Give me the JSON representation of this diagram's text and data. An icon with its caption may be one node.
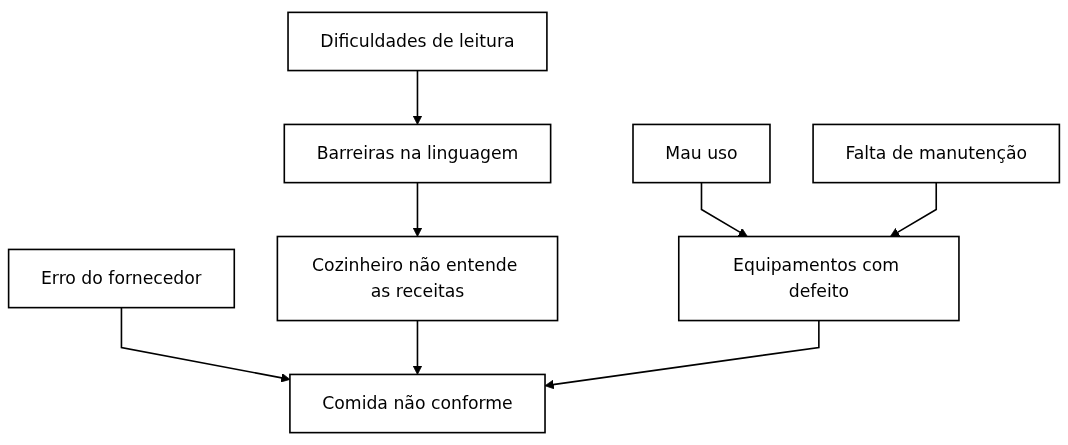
{
  "diagram": {
    "nodes": [
      {
        "text": [
          "Dificuldades de leitura"
        ]
      },
      {
        "text": [
          "Barreiras na linguagem"
        ]
      },
      {
        "text": [
          "Erro do fornecedor"
        ]
      },
      {
        "text": [
          "Mau uso"
        ]
      },
      {
        "text": [
          "Falta de manutenção"
        ]
      },
      {
        "text": [
          "Cozinheiro não entende as receitas"
        ]
      },
      {
        "text": [
          "Comida não conforme"
        ]
      },
      {
        "text": [
          "Equipamentos com defeito"
        ]
      }
    ],
    "edges": [
      {
        "from": 0,
        "to": 1,
        "arrow": "to"
      },
      {
        "from": 1,
        "to": 5,
        "arrow": "to"
      },
      {
        "from": 2,
        "to": 6,
        "arrow": "to"
      },
      {
        "from": 3,
        "to": 7,
        "arrow": "to"
      },
      {
        "from": 4,
        "to": 7,
        "arrow": "to"
      },
      {
        "from": 5,
        "to": 6,
        "arrow": "to"
      },
      {
        "from": 7,
        "to": 6,
        "arrow": "to"
      }
    ]
  }
}
